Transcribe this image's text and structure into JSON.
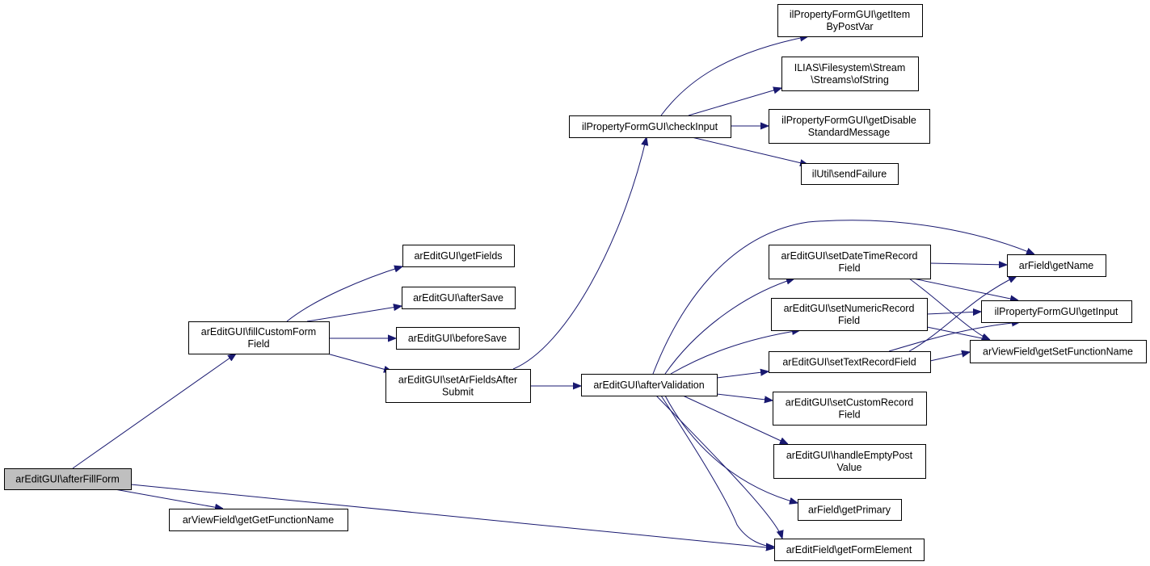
{
  "graph": {
    "edge_color": "#191970",
    "root_fill": "#bfbfbf",
    "nodes": [
      {
        "id": "afterFillForm",
        "lines": [
          "arEditGUI\\afterFillForm"
        ],
        "root": true
      },
      {
        "id": "fillCustomFormField",
        "lines": [
          "arEditGUI\\fillCustomForm",
          "Field"
        ]
      },
      {
        "id": "getGetFunctionName",
        "lines": [
          "arViewField\\getGetFunctionName"
        ]
      },
      {
        "id": "getFields",
        "lines": [
          "arEditGUI\\getFields"
        ]
      },
      {
        "id": "afterSave",
        "lines": [
          "arEditGUI\\afterSave"
        ]
      },
      {
        "id": "beforeSave",
        "lines": [
          "arEditGUI\\beforeSave"
        ]
      },
      {
        "id": "setArFieldsAfterSubmit",
        "lines": [
          "arEditGUI\\setArFieldsAfter",
          "Submit"
        ]
      },
      {
        "id": "checkInput",
        "lines": [
          "ilPropertyFormGUI\\checkInput"
        ]
      },
      {
        "id": "afterValidation",
        "lines": [
          "arEditGUI\\afterValidation"
        ]
      },
      {
        "id": "getItemByPostVar",
        "lines": [
          "ilPropertyFormGUI\\getItem",
          "ByPostVar"
        ]
      },
      {
        "id": "ofString",
        "lines": [
          "ILIAS\\Filesystem\\Stream",
          "\\Streams\\ofString"
        ]
      },
      {
        "id": "getDisableStandardMessage",
        "lines": [
          "ilPropertyFormGUI\\getDisable",
          "StandardMessage"
        ]
      },
      {
        "id": "sendFailure",
        "lines": [
          "ilUtil\\sendFailure"
        ]
      },
      {
        "id": "setDateTimeRecordField",
        "lines": [
          "arEditGUI\\setDateTimeRecord",
          "Field"
        ]
      },
      {
        "id": "setNumericRecordField",
        "lines": [
          "arEditGUI\\setNumericRecord",
          "Field"
        ]
      },
      {
        "id": "setTextRecordField",
        "lines": [
          "arEditGUI\\setTextRecordField"
        ]
      },
      {
        "id": "setCustomRecordField",
        "lines": [
          "arEditGUI\\setCustomRecord",
          "Field"
        ]
      },
      {
        "id": "handleEmptyPostValue",
        "lines": [
          "arEditGUI\\handleEmptyPost",
          "Value"
        ]
      },
      {
        "id": "getPrimary",
        "lines": [
          "arField\\getPrimary"
        ]
      },
      {
        "id": "getFormElement",
        "lines": [
          "arEditField\\getFormElement"
        ]
      },
      {
        "id": "getName",
        "lines": [
          "arField\\getName"
        ]
      },
      {
        "id": "getInput",
        "lines": [
          "ilPropertyFormGUI\\getInput"
        ]
      },
      {
        "id": "getSetFunctionName",
        "lines": [
          "arViewField\\getSetFunctionName"
        ]
      }
    ],
    "edges": [
      [
        "afterFillForm",
        "fillCustomFormField"
      ],
      [
        "afterFillForm",
        "getGetFunctionName"
      ],
      [
        "afterFillForm",
        "getFormElement"
      ],
      [
        "fillCustomFormField",
        "getFields"
      ],
      [
        "fillCustomFormField",
        "afterSave"
      ],
      [
        "fillCustomFormField",
        "beforeSave"
      ],
      [
        "fillCustomFormField",
        "setArFieldsAfterSubmit"
      ],
      [
        "setArFieldsAfterSubmit",
        "checkInput"
      ],
      [
        "setArFieldsAfterSubmit",
        "afterValidation"
      ],
      [
        "checkInput",
        "getItemByPostVar"
      ],
      [
        "checkInput",
        "ofString"
      ],
      [
        "checkInput",
        "getDisableStandardMessage"
      ],
      [
        "checkInput",
        "sendFailure"
      ],
      [
        "afterValidation",
        "setDateTimeRecordField"
      ],
      [
        "afterValidation",
        "setNumericRecordField"
      ],
      [
        "afterValidation",
        "setTextRecordField"
      ],
      [
        "afterValidation",
        "setCustomRecordField"
      ],
      [
        "afterValidation",
        "handleEmptyPostValue"
      ],
      [
        "afterValidation",
        "getPrimary"
      ],
      [
        "afterValidation",
        "getFormElement"
      ],
      [
        "afterValidation",
        "getName"
      ],
      [
        "setDateTimeRecordField",
        "getName"
      ],
      [
        "setDateTimeRecordField",
        "getInput"
      ],
      [
        "setDateTimeRecordField",
        "getSetFunctionName"
      ],
      [
        "setNumericRecordField",
        "getInput"
      ],
      [
        "setNumericRecordField",
        "getSetFunctionName"
      ],
      [
        "setTextRecordField",
        "getSetFunctionName"
      ],
      [
        "setTextRecordField",
        "getName"
      ],
      [
        "setTextRecordField",
        "getInput"
      ]
    ]
  }
}
